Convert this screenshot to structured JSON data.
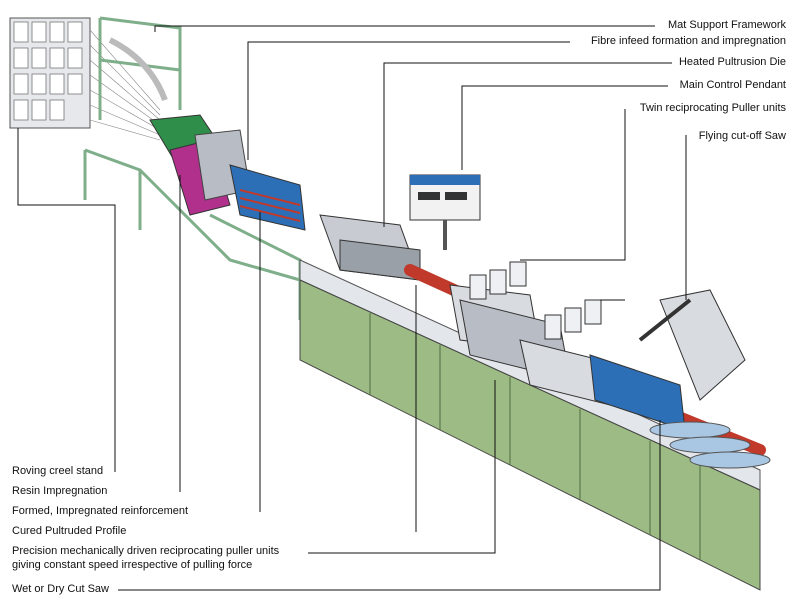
{
  "labels": {
    "mat_support": "Mat Support Framework",
    "fibre_infeed": "Fibre infeed formation and impregnation",
    "heated_die": "Heated Pultrusion Die",
    "control_pendant": "Main Control Pendant",
    "twin_pullers": "Twin reciprocating Puller units",
    "flying_saw": "Flying cut-off Saw",
    "roving_creel": "Roving creel stand",
    "resin_impregnation": "Resin Impregnation",
    "formed_reinforcement": "Formed, Impregnated reinforcement",
    "cured_profile": "Cured Pultruded Profile",
    "precision_pullers_line1": "Precision mechanically driven reciprocating puller units",
    "precision_pullers_line2": "giving constant speed irrespective of pulling force",
    "cut_saw": "Wet or Dry Cut Saw"
  },
  "colors": {
    "base_green": "#9dbb84",
    "frame_green": "#7fae8a",
    "creel_white": "#e6e8ec",
    "blue_panel": "#2d6fb7",
    "impregnation_green": "#2f8f4a",
    "magenta": "#b0308c",
    "profile_red": "#c0392b",
    "metal_grey": "#c8ccd2",
    "roller_blue": "#a9c6e3"
  }
}
